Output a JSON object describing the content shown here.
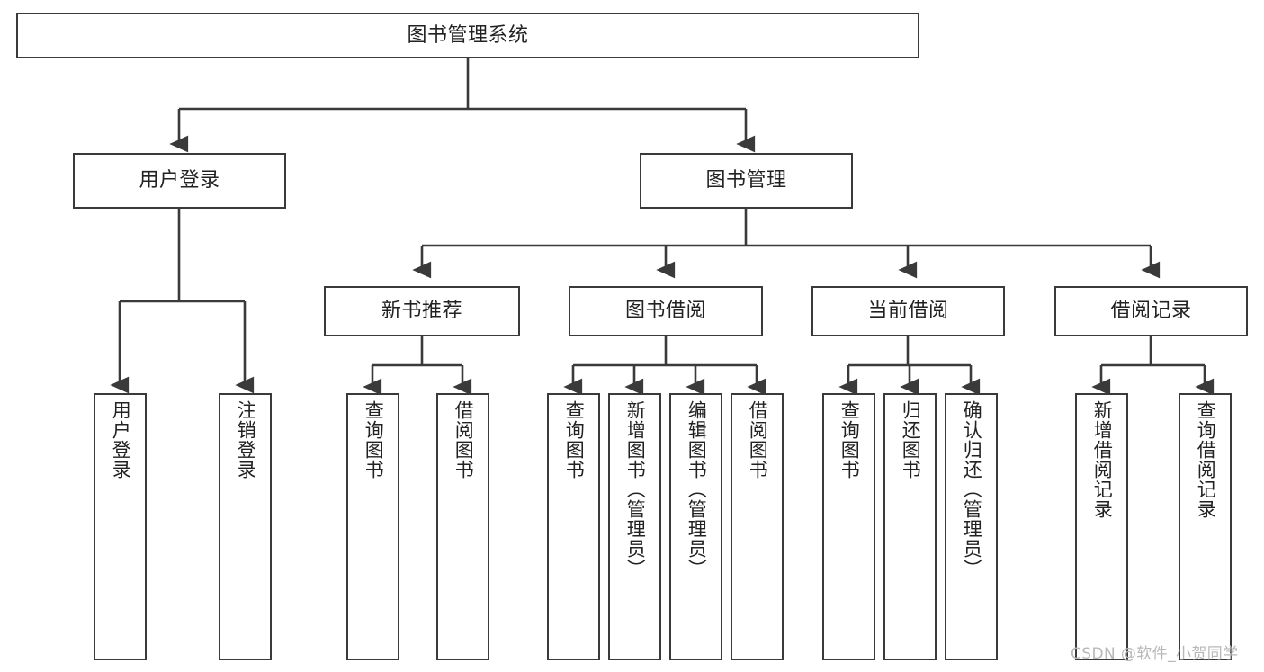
{
  "diagram": {
    "type": "tree",
    "title": "图书管理系统",
    "watermark": "CSDN @软件_小贺同学",
    "style": {
      "box_fill": "#ffffff",
      "box_stroke": "#3a3a3a",
      "edge_color": "#3a3a3a",
      "text_color": "#222222",
      "background": "#ffffff",
      "watermark_color": "#b8b8b8"
    },
    "nodes": {
      "root": {
        "label": "图书管理系统",
        "level": 1
      },
      "l2": [
        {
          "label": "用户登录",
          "level": 2
        },
        {
          "label": "图书管理",
          "level": 2
        }
      ],
      "l3": [
        {
          "label": "新书推荐",
          "level": 3
        },
        {
          "label": "图书借阅",
          "level": 3
        },
        {
          "label": "当前借阅",
          "level": 3
        },
        {
          "label": "借阅记录",
          "level": 3
        }
      ],
      "leaves": {
        "user_login": [
          {
            "label": "用户登录"
          },
          {
            "label": "注销登录"
          }
        ],
        "new_book_recommend": [
          {
            "label": "查询图书"
          },
          {
            "label": "借阅图书"
          }
        ],
        "book_borrow": [
          {
            "label": "查询图书"
          },
          {
            "label": "新增图书（管理员）"
          },
          {
            "label": "编辑图书（管理员）"
          },
          {
            "label": "借阅图书"
          }
        ],
        "current_borrow": [
          {
            "label": "查询图书"
          },
          {
            "label": "归还图书"
          },
          {
            "label": "确认归还（管理员）"
          }
        ],
        "borrow_record": [
          {
            "label": "新增借阅记录"
          },
          {
            "label": "查询借阅记录"
          }
        ]
      }
    }
  }
}
